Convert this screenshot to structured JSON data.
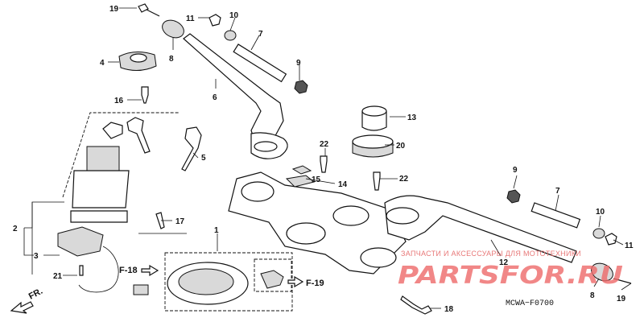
{
  "diagram": {
    "code": "MCWA−F0700",
    "callouts": [
      {
        "id": "c19a",
        "label": "19"
      },
      {
        "id": "c11a",
        "label": "11"
      },
      {
        "id": "c10a",
        "label": "10"
      },
      {
        "id": "c7a",
        "label": "7"
      },
      {
        "id": "c4",
        "label": "4"
      },
      {
        "id": "c8a",
        "label": "8"
      },
      {
        "id": "c9a",
        "label": "9"
      },
      {
        "id": "c6",
        "label": "6"
      },
      {
        "id": "c16",
        "label": "16"
      },
      {
        "id": "c13",
        "label": "13"
      },
      {
        "id": "c20",
        "label": "20"
      },
      {
        "id": "c5",
        "label": "5"
      },
      {
        "id": "c22a",
        "label": "22"
      },
      {
        "id": "c15",
        "label": "15"
      },
      {
        "id": "c14",
        "label": "14"
      },
      {
        "id": "c22b",
        "label": "22"
      },
      {
        "id": "c9b",
        "label": "9"
      },
      {
        "id": "c7b",
        "label": "7"
      },
      {
        "id": "c10b",
        "label": "10"
      },
      {
        "id": "c11b",
        "label": "11"
      },
      {
        "id": "c2",
        "label": "2"
      },
      {
        "id": "c17",
        "label": "17"
      },
      {
        "id": "c1",
        "label": "1"
      },
      {
        "id": "c12",
        "label": "12"
      },
      {
        "id": "c3",
        "label": "3"
      },
      {
        "id": "c21",
        "label": "21"
      },
      {
        "id": "c8b",
        "label": "8"
      },
      {
        "id": "c19b",
        "label": "19"
      },
      {
        "id": "c18",
        "label": "18"
      }
    ],
    "references": {
      "f18": "F-18",
      "f19": "F-19",
      "front": "FR."
    }
  },
  "watermark": {
    "tagline": "ЗАПЧАСТИ И АКСЕССУАРЫ ДЛЯ МОТОТЕХНИКИ",
    "logo": "PARTSFOR.RU"
  },
  "colors": {
    "ink": "#111111",
    "watermark": "#ee6a6a"
  }
}
